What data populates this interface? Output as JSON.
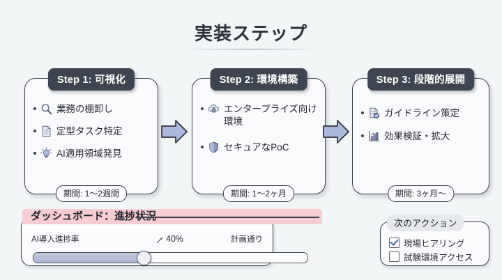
{
  "page": {
    "title": "実装ステップ"
  },
  "steps": [
    {
      "badge": "Step 1: 可視化",
      "duration": "期間: 1〜2週間",
      "items": [
        {
          "icon": "magnifier-icon",
          "label": "業務の棚卸し"
        },
        {
          "icon": "document-icon",
          "label": "定型タスク特定"
        },
        {
          "icon": "lightbulb-icon",
          "label": "AI適用領域発見"
        }
      ]
    },
    {
      "badge": "Step 2: 環境構築",
      "duration": "期間: 1〜2ヶ月",
      "items": [
        {
          "icon": "cloud-lock-icon",
          "label": "エンタープライズ向け環境"
        },
        {
          "icon": "shield-icon",
          "label": "セキュアなPoC"
        }
      ]
    },
    {
      "badge": "Step 3: 段階的展開",
      "duration": "期間: 3ヶ月〜",
      "items": [
        {
          "icon": "document-check-icon",
          "label": "ガイドライン策定"
        },
        {
          "icon": "bar-chart-icon",
          "label": "効果検証・拡大"
        }
      ]
    }
  ],
  "arrows": [
    {
      "name": "arrow-step1-to-step2"
    },
    {
      "name": "arrow-step2-to-step3"
    }
  ],
  "dashboard": {
    "title": "ダッシュボード：進捗状況",
    "slider_label": "AI導入進捗率",
    "percent_label": "40%",
    "percent_value": 40,
    "right_label": "計画通り"
  },
  "next_action": {
    "title": "次のアクション",
    "items": [
      {
        "label": "現場ヒアリング",
        "checked": true
      },
      {
        "label": "試験環境アクセス",
        "checked": false
      }
    ]
  },
  "colors": {
    "background": "#f3f6f7",
    "badge": "#3f4550",
    "card_fill": "#fafbfc",
    "outline": "#3a4049",
    "accent_pink": "#f7cdd4",
    "accent_blue": "#aeb5cf"
  }
}
